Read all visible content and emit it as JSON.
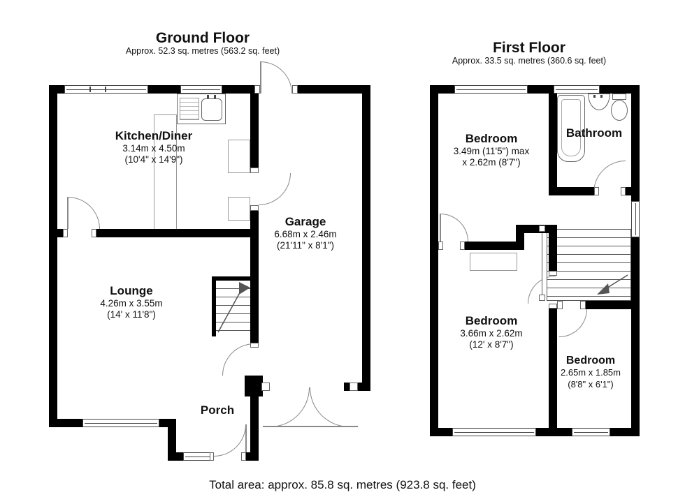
{
  "ground_floor": {
    "title": "Ground Floor",
    "subtitle": "Approx. 52.3 sq. metres (563.2 sq. feet)",
    "rooms": {
      "kitchen": {
        "name": "Kitchen/Diner",
        "dims_metric": "3.14m x 4.50m",
        "dims_imperial": "(10'4\" x 14'9\")"
      },
      "garage": {
        "name": "Garage",
        "dims_metric": "6.68m x 2.46m",
        "dims_imperial": "(21'11\" x 8'1\")"
      },
      "lounge": {
        "name": "Lounge",
        "dims_metric": "4.26m x 3.55m",
        "dims_imperial": "(14' x 11'8\")"
      },
      "porch": {
        "name": "Porch"
      }
    }
  },
  "first_floor": {
    "title": "First Floor",
    "subtitle": "Approx. 33.5 sq. metres (360.6 sq. feet)",
    "rooms": {
      "bedroom_front": {
        "name": "Bedroom",
        "dims_metric": "3.49m (11'5\") max",
        "dims_imperial": "x 2.62m (8'7\")"
      },
      "bathroom": {
        "name": "Bathroom"
      },
      "bedroom_middle": {
        "name": "Bedroom",
        "dims_metric": "3.66m x 2.62m",
        "dims_imperial": "(12' x 8'7\")"
      },
      "bedroom_small": {
        "name": "Bedroom",
        "dims_metric": "2.65m x 1.85m",
        "dims_imperial": "(8'8\" x 6'1\")"
      }
    }
  },
  "footer": {
    "total_area": "Total area: approx. 85.8 sq. metres (923.8 sq. feet)"
  },
  "colors": {
    "wall": "#000000",
    "line": "#666666"
  }
}
